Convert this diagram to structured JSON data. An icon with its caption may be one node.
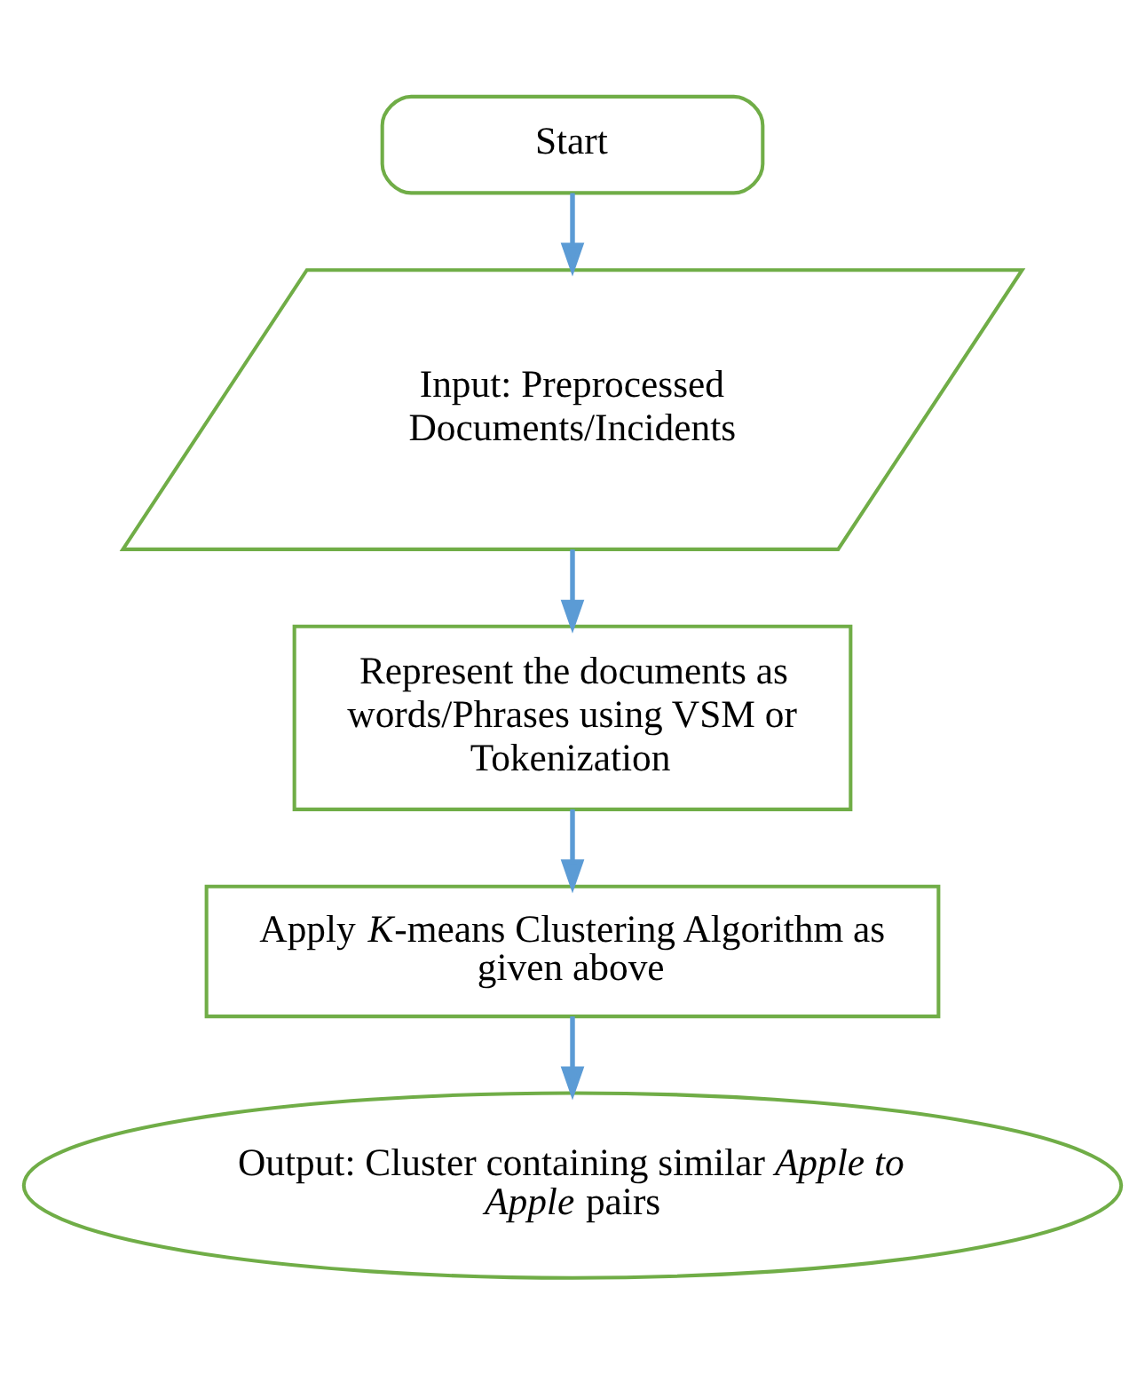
{
  "diagram": {
    "nodes": [
      {
        "text": [
          "Start"
        ]
      },
      {
        "text": [
          "Input: Preprocessed Documents/Incidents"
        ]
      },
      {
        "text": [
          "Represent the documents as words/Phrases using VSM or Tokenization"
        ]
      },
      {
        "text": [
          "Apply *K*-means Clustering Algorithm as given above"
        ]
      },
      {
        "text": [
          "Output: Cluster containing similar *Apple to Apple* pairs"
        ]
      }
    ],
    "edges": [
      {
        "from": 0,
        "to": 1,
        "arrow": "to"
      },
      {
        "from": 1,
        "to": 2,
        "arrow": "to"
      },
      {
        "from": 2,
        "to": 3,
        "arrow": "to"
      },
      {
        "from": 3,
        "to": 4,
        "arrow": "to"
      }
    ]
  }
}
